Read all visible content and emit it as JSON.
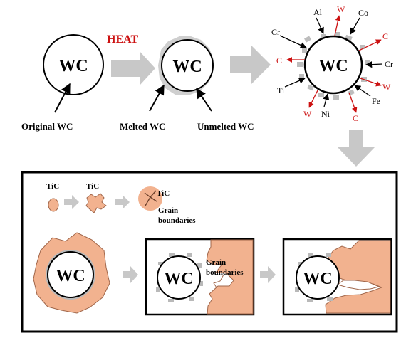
{
  "top": {
    "wc1": "WC",
    "wc2": "WC",
    "wc3": "WC",
    "heat": "HEAT",
    "label_original": "Original WC",
    "label_melted": "Melted WC",
    "label_unmelted": "Unmelted WC",
    "elements": {
      "al": "Al",
      "w_top": "W",
      "co": "Co",
      "cr_left": "Cr",
      "c_right": "C",
      "cr_right": "Cr",
      "c_left": "C",
      "w_right": "W",
      "ti": "Ti",
      "ni": "Ni",
      "fe": "Fe",
      "w_bottom": "W",
      "c_bottom": "C"
    }
  },
  "bottom": {
    "tic1": "TiC",
    "tic2": "TiC",
    "tic3": "TiC",
    "grain_label_1a": "Grain",
    "grain_label_1b": "boundaries",
    "wc_big": "WC",
    "wc_box1": "WC",
    "wc_box2": "WC",
    "grain_label_2a": "Grain",
    "grain_label_2b": "boundaries"
  },
  "colors": {
    "red": "#cc1111",
    "arrow_gray": "#c8c8c8",
    "tic_fill": "#f2b28f",
    "tic_stroke": "#a0664a",
    "halo_gray": "#b9b9b9"
  }
}
